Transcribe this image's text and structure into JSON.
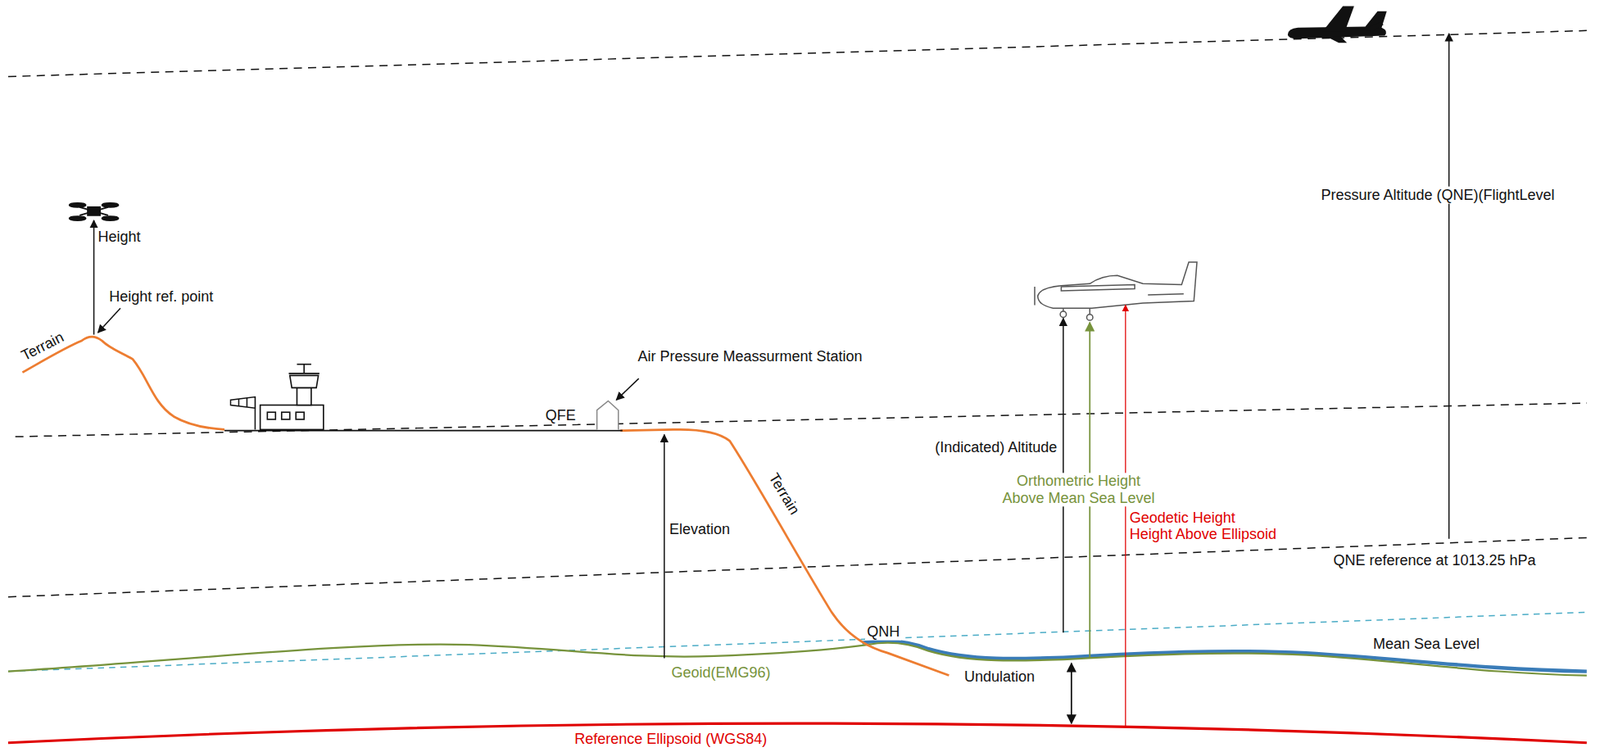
{
  "diagram": {
    "labels": [
      "Pressure Altitude (QNE)(FlightLevel",
      "Height",
      "Height ref. point",
      "Terrain",
      "Air Pressure Meassurment Station",
      "QFE",
      "(Indicated) Altitude",
      "Orthometric Height Above Mean Sea Level",
      "Elevation",
      "Terrain",
      "Geodetic Height Height Above Ellipsoid",
      "QNE reference at 1013.25 hPa",
      "QNH",
      "Mean Sea Level",
      "Geoid(EMG96)",
      "Undulation",
      "Reference Ellipsoid (WGS84)"
    ]
  }
}
